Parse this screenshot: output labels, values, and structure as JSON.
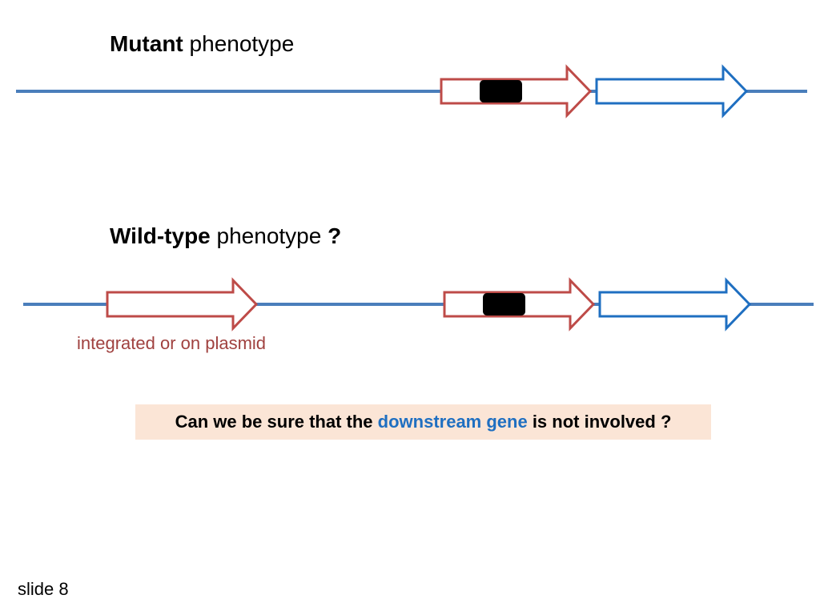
{
  "slide": {
    "mutant_title": {
      "bold": "Mutant",
      "rest": " phenotype"
    },
    "wildtype_title": {
      "bold": "Wild-type",
      "rest": " phenotype ",
      "mark": "?"
    },
    "plasmid_note": "integrated or on plasmid",
    "question": {
      "before": "Can we be sure that the ",
      "highlight": "downstream gene",
      "after": " is not involved ?"
    },
    "slide_number": "slide 8"
  },
  "colors": {
    "dna_line": "#4a7ebb",
    "target_gene": "#be4b48",
    "downstream_gene": "#1f6fc1",
    "mutation_block": "#000000",
    "question_background": "#fbe5d6",
    "note_text": "#a0413f"
  }
}
